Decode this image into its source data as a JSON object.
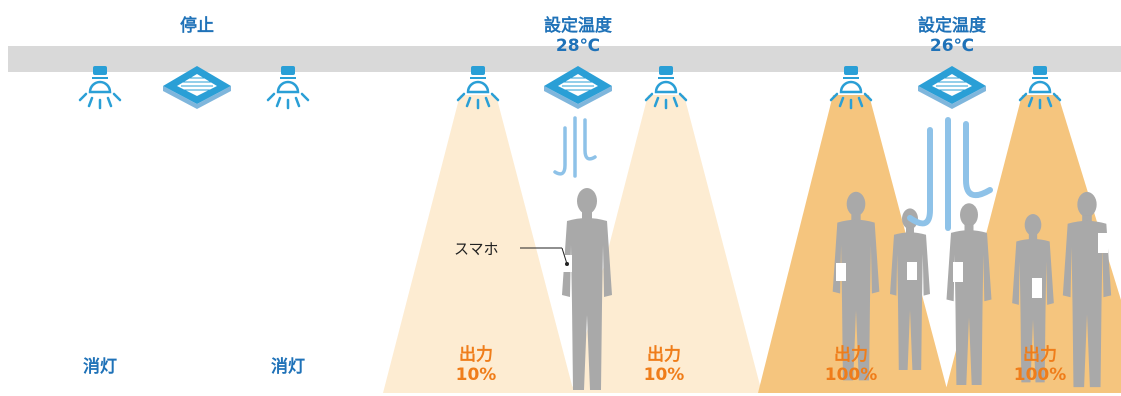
{
  "sections": [
    {
      "header": {
        "title": "停止",
        "setting": ""
      },
      "lights": [
        {
          "label": "消灯",
          "output": ""
        },
        {
          "label": "消灯",
          "output": ""
        }
      ]
    },
    {
      "header": {
        "title": "設定温度",
        "setting": "28℃"
      },
      "lights": [
        {
          "label": "出力",
          "output": "10%"
        },
        {
          "label": "出力",
          "output": "10%"
        }
      ]
    },
    {
      "header": {
        "title": "設定温度",
        "setting": "26℃"
      },
      "lights": [
        {
          "label": "出力",
          "output": "100%"
        },
        {
          "label": "出力",
          "output": "100%"
        }
      ]
    }
  ],
  "annotation": {
    "smartphone": "スマホ"
  },
  "colors": {
    "ceiling": "#d9d9d9",
    "blue": "#1f72b8",
    "icon_blue": "#2a9fd6",
    "orange_text": "#ef7d1a",
    "beam_low": "#fdecd2",
    "beam_high": "#f5c57e",
    "person": "#a9a9a9"
  }
}
